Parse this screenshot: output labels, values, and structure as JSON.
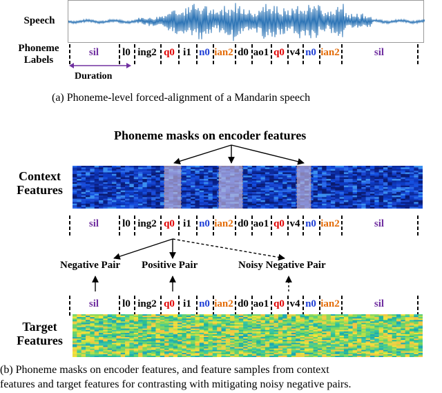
{
  "panel_a": {
    "speech_label": "Speech",
    "phoneme_label": "Phoneme\nLabels",
    "duration_label": "Duration",
    "caption": "(a)  Phoneme-level forced-alignment of a Mandarin speech"
  },
  "panel_b": {
    "title": "Phoneme masks on encoder features",
    "context_label": "Context\nFeatures",
    "target_label": "Target\nFeatures",
    "negative_pair": "Negative Pair",
    "positive_pair": "Positive Pair",
    "noisy_negative_pair": "Noisy Negative Pair",
    "caption_line1": "(b)  Phoneme masks on encoder features, and feature samples from context",
    "caption_line2": "features and target features for contrasting with mitigating noisy negative pairs."
  },
  "phonemes": [
    {
      "label": "sil",
      "color": "#7030a0"
    },
    {
      "label": "l0",
      "color": "#000000"
    },
    {
      "label": "ing2",
      "color": "#000000"
    },
    {
      "label": "q0",
      "color": "#e00000"
    },
    {
      "label": "i1",
      "color": "#000000"
    },
    {
      "label": "n0",
      "color": "#1f3fd6"
    },
    {
      "label": "ian2",
      "color": "#e36c09"
    },
    {
      "label": "d0",
      "color": "#000000"
    },
    {
      "label": "ao1",
      "color": "#000000"
    },
    {
      "label": "q0",
      "color": "#e00000"
    },
    {
      "label": "v4",
      "color": "#000000"
    },
    {
      "label": "n0",
      "color": "#1f3fd6"
    },
    {
      "label": "ian2",
      "color": "#e36c09"
    },
    {
      "label": "sil",
      "color": "#7030a0"
    }
  ],
  "colors": {
    "waveform": "#2e75b6",
    "duration_arrow": "#7030a0",
    "mask": "#c8b8d8"
  }
}
